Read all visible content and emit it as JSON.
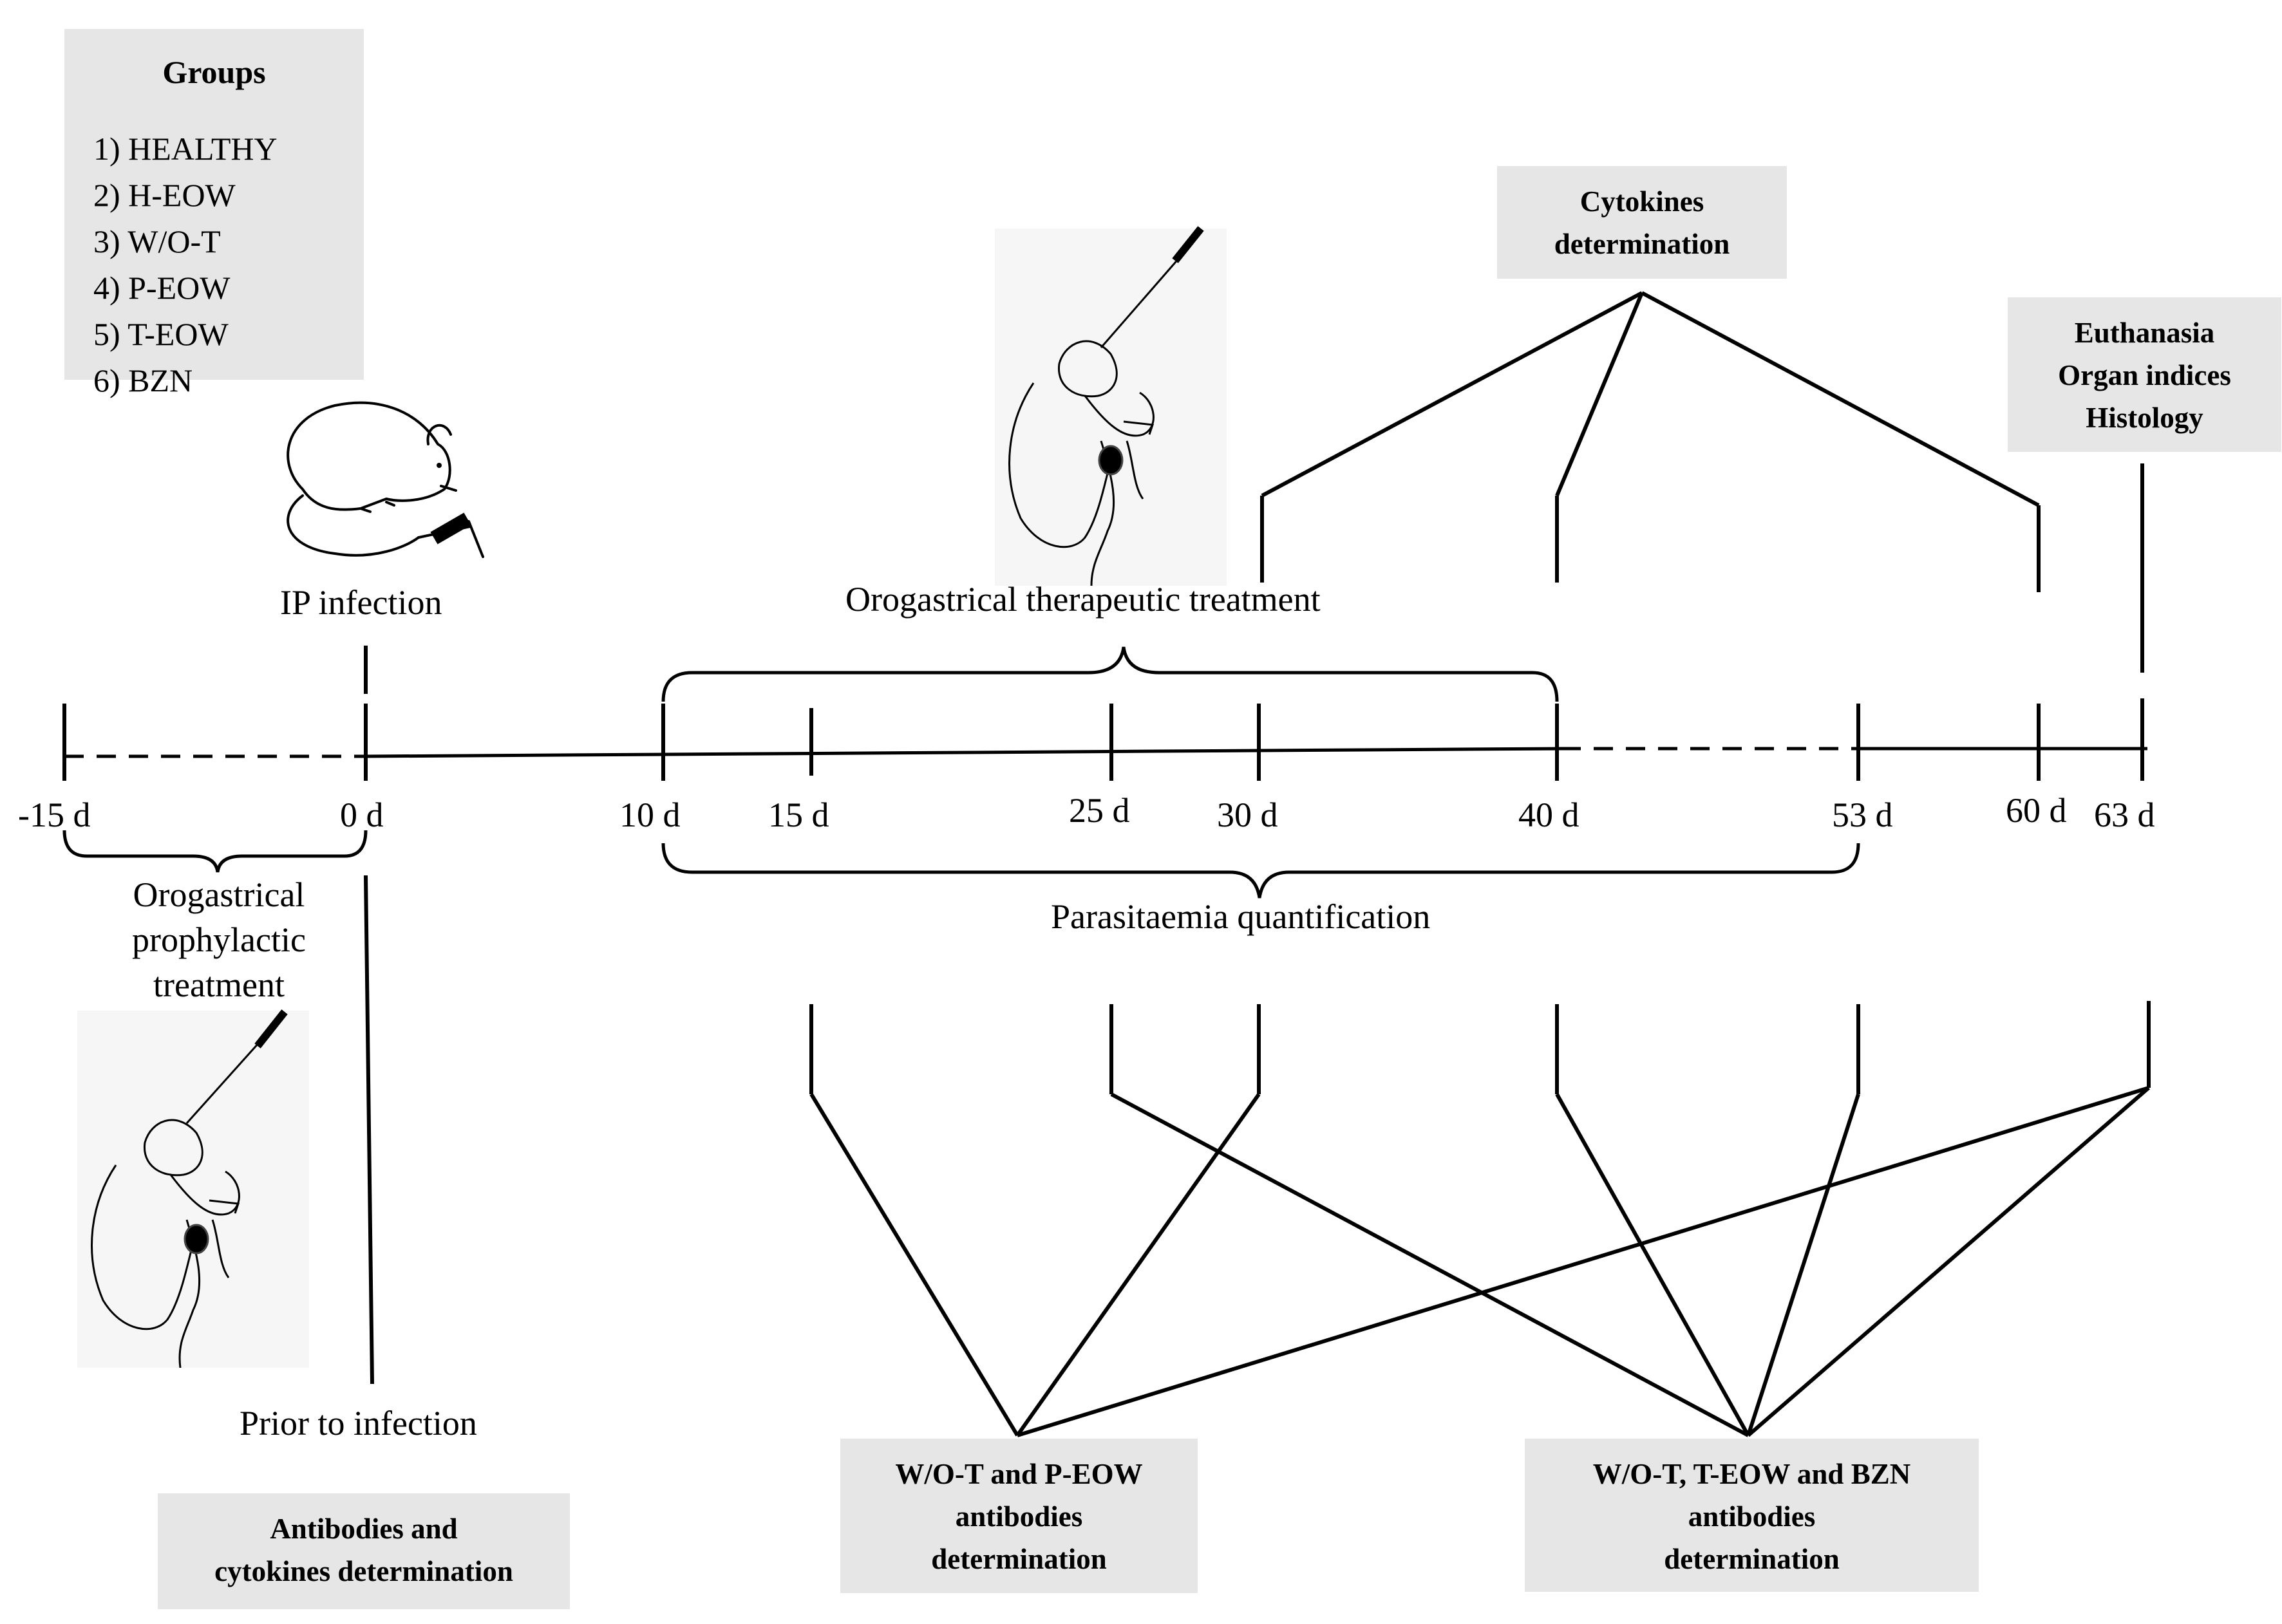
{
  "groups": {
    "title": "Groups",
    "items": [
      "1) HEALTHY",
      "2) H-EOW",
      "3) W/O-T",
      "4) P-EOW",
      "5) T-EOW",
      "6) BZN"
    ]
  },
  "timeline": {
    "ticks": [
      "-15 d",
      "0 d",
      "10 d",
      "15 d",
      "25 d",
      "30 d",
      "40 d",
      "53 d",
      "60 d",
      "63 d"
    ]
  },
  "labels": {
    "ip_infection": "IP infection",
    "therapeutic": "Orogastrical therapeutic treatment",
    "prophylactic": [
      "Orogastrical",
      "prophylactic",
      "treatment"
    ],
    "parasitaemia": "Parasitaemia quantification",
    "prior": "Prior to infection"
  },
  "boxes": {
    "cytokines": [
      "Cytokines",
      "determination"
    ],
    "euthanasia": [
      "Euthanasia",
      "Organ indices",
      "Histology"
    ],
    "antibodies_cytokines": [
      "Antibodies and",
      "cytokines determination"
    ],
    "wot_peow": [
      "W/O-T and P-EOW",
      "antibodies",
      "determination"
    ],
    "wot_teow_bzn": [
      "W/O-T, T-EOW and BZN",
      "antibodies",
      "determination"
    ]
  },
  "icons": [
    "mouse-syringe-icon",
    "hand-gavage-icon",
    "hand-gavage-icon"
  ]
}
